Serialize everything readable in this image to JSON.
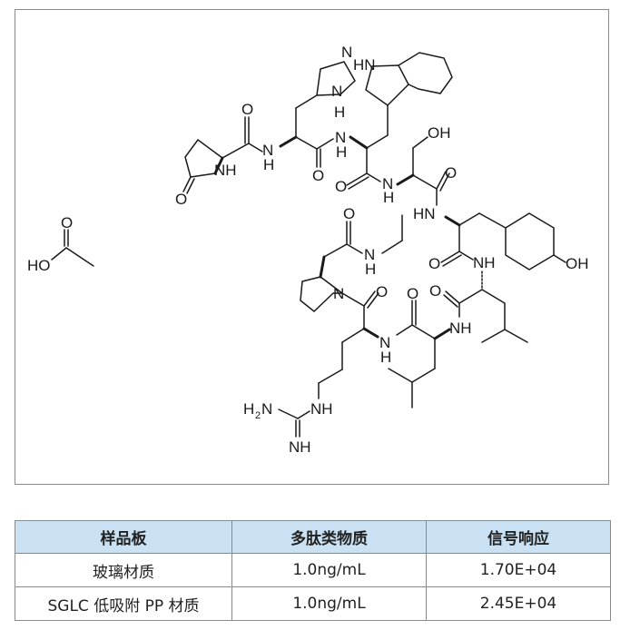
{
  "figure": {
    "description": "Chemical structure of a cyclic-drawn peptide (pGlu-His-Trp-Ser-Tyr-Leu-Leu-Arg-Pro-NHEt) with acetic acid",
    "atom_labels": {
      "pyro_nh": "NH",
      "pyro_o": "O",
      "amide1_o": "O",
      "amide1_n": "N",
      "amide1_h": "H",
      "his_n_top": "N",
      "his_nh": "N",
      "his_h": "H",
      "trp_hn": "HN",
      "amide2_n": "N",
      "amide2_h": "H",
      "amide2_o": "O",
      "ser_oh": "OH",
      "amide3_o": "O",
      "amide3_n": "N",
      "amide3_h": "H",
      "amide4_o": "O",
      "tyr_hn": "HN",
      "tyr_oh": "OH",
      "amide5_o": "O",
      "amide5_nh": "NH",
      "leu1_o": "O",
      "leu1_nh": "NH",
      "leu2_o": "O",
      "amide6_n": "N",
      "amide6_h": "H",
      "pro_o": "O",
      "pro_n": "N",
      "ethyl_n": "N",
      "ethyl_h": "H",
      "ethyl_o": "O",
      "arg_nh": "NH",
      "arg_h2n": "H",
      "arg_h2n_sub": "2",
      "arg_h2n_n": "N",
      "arg_imine": "NH",
      "acetic_o": "O",
      "acetic_ho": "HO"
    }
  },
  "table": {
    "headers": [
      "样品板",
      "多肽类物质",
      "信号响应"
    ],
    "rows": [
      [
        "玻璃材质",
        "1.0ng/mL",
        "1.70E+04"
      ],
      [
        "SGLC 低吸附 PP 材质",
        "1.0ng/mL",
        "2.45E+04"
      ]
    ],
    "header_bg": "#c9e1f2",
    "border_color": "#8a8a8a"
  }
}
